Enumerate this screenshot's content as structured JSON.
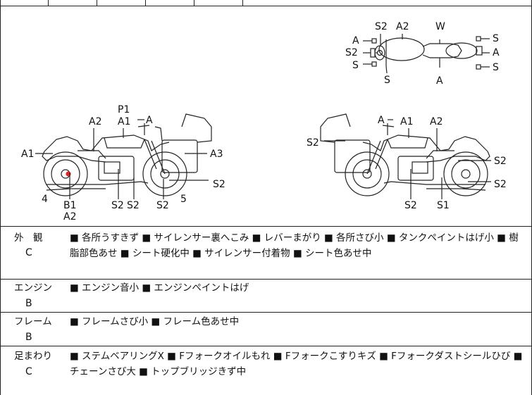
{
  "diagram": {
    "top_view_labels": {
      "s2_top": "S2",
      "a2_top": "A2",
      "w_top": "W",
      "a_left1": "A",
      "s2_left": "S2",
      "s_left": "S",
      "s_bottom": "S",
      "a_bottom": "A",
      "s_right1": "S",
      "a_right": "A",
      "s_right2": "S"
    },
    "left_bike_labels": {
      "p1": "P1",
      "a1_upper": "A1",
      "a_lever": "A",
      "a2": "A2",
      "a1_side": "A1",
      "a3": "A3",
      "s2_right": "S2",
      "num4": "4",
      "b1": "B1",
      "a2_low": "A2",
      "s2_a": "S2",
      "s2_b": "S2",
      "s2_c": "S2",
      "num5": "5"
    },
    "right_bike_labels": {
      "a_lever": "A",
      "a1": "A1",
      "a2": "A2",
      "s2_left": "S2",
      "s2_r1": "S2",
      "s2_r2": "S2",
      "s2_bottom": "S2",
      "s1": "S1"
    }
  },
  "rows": [
    {
      "label": "外　観",
      "grade": "C",
      "text": "■ 各所うすきず ■ サイレンサー裏へこみ ■ レバーまがり ■ 各所さび小 ■ タンクペイントはげ小 ■ 樹脂部色あせ ■ シート硬化中 ■ サイレンサー付着物 ■ シート色あせ中"
    },
    {
      "label": "エンジン",
      "grade": "B",
      "text": "■ エンジン音小 ■ エンジンペイントはげ"
    },
    {
      "label": "フレーム",
      "grade": "B",
      "text": "■ フレームさび小 ■ フレーム色あせ中"
    },
    {
      "label": "足まわり",
      "grade": "C",
      "text": "■ ステムベアリングX ■ Fフォークオイルもれ ■ Fフォークこすりキズ ■ Fフォークダストシールひび ■ チェーンさび大 ■ トップブリッジきず中"
    }
  ],
  "colors": {
    "line": "#222222",
    "damage_mark": "#d9262b"
  }
}
